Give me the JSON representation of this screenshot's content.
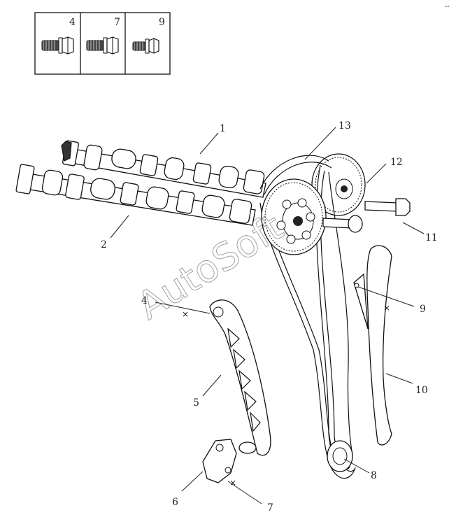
{
  "inset": {
    "labels": [
      "4",
      "7",
      "9"
    ]
  },
  "callouts": {
    "c1": "1",
    "c2": "2",
    "c4": "4",
    "c5": "5",
    "c6": "6",
    "c7": "7",
    "c8": "8",
    "c9": "9",
    "c10": "10",
    "c11": "11",
    "c12": "12",
    "c13": "13"
  },
  "watermark": "AutoSoft",
  "corner_mark": "--"
}
